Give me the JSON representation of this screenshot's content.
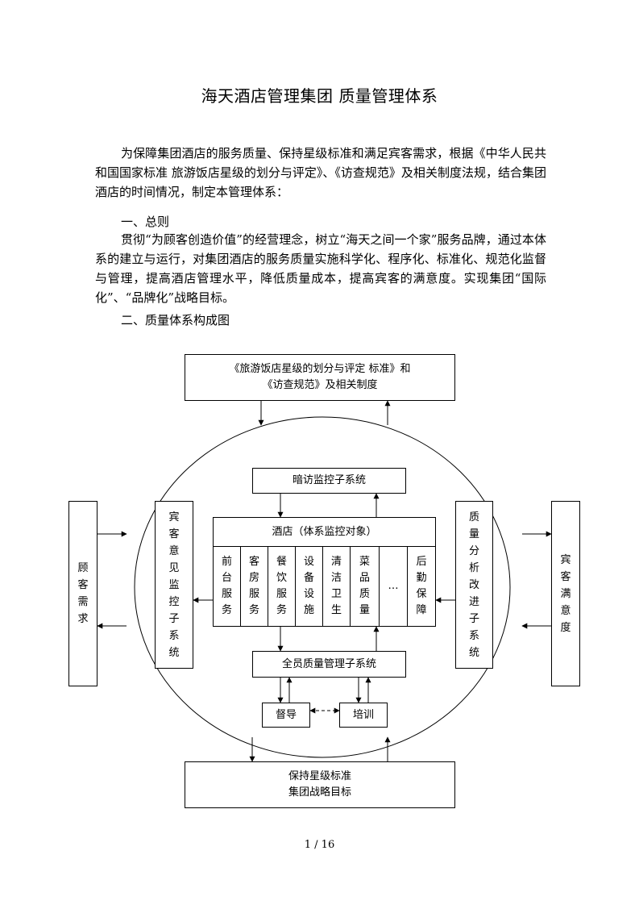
{
  "document": {
    "title": "海天酒店管理集团  质量管理体系",
    "intro": "为保障集团酒店的服务质量、保持星级标准和满足宾客需求，根据《中华人民共和国国家标准  旅游饭店星级的划分与评定》、《访查规范》及相关制度法规，结合集团酒店的时间情况，制定本管理体系：",
    "section1_heading": "一、总则",
    "section1_body": "贯彻“为顾客创造价值”的经营理念，树立“海天之间一个家”服务品牌，通过本体系的建立与运行，对集团酒店的服务质量实施科学化、程序化、标准化、规范化监督与管理，提高酒店管理水平，降低质量成本，提高宾客的满意度。实现集团“国际化”、“品牌化”战略目标。",
    "section2_heading": "二、质量体系构成图",
    "page_number": "1  /  16"
  },
  "diagram": {
    "top_box_line1": "《旅游饭店星级的划分与评定  标准》和",
    "top_box_line2": "《访查规范》及相关制度",
    "mystery_visit": "暗访监控子系统",
    "hotel_header": "酒店（体系监控对象）",
    "departments": [
      [
        "前",
        "台",
        "服",
        "务"
      ],
      [
        "客",
        "房",
        "服",
        "务"
      ],
      [
        "餐",
        "饮",
        "服",
        "务"
      ],
      [
        "设",
        "备",
        "设",
        "施"
      ],
      [
        "清",
        "洁",
        "卫",
        "生"
      ],
      [
        "菜",
        "品",
        "质",
        "量"
      ],
      [
        "…"
      ],
      [
        "后",
        "勤",
        "保",
        "障"
      ]
    ],
    "guest_opinion": [
      "宾",
      "客",
      "意",
      "见",
      "监",
      "控",
      "子",
      "系",
      "统"
    ],
    "quality_analysis": [
      "质",
      "量",
      "分",
      "析",
      "改",
      "进",
      "子",
      "系",
      "统"
    ],
    "customer_needs": [
      "顾",
      "客",
      "需",
      "求"
    ],
    "guest_satisfaction": [
      "宾",
      "客",
      "满",
      "意",
      "度"
    ],
    "full_staff": "全员质量管理子系统",
    "supervision": "督导",
    "training": "培训",
    "bottom_box_line1": "保持星级标准",
    "bottom_box_line2": "集团战略目标"
  }
}
